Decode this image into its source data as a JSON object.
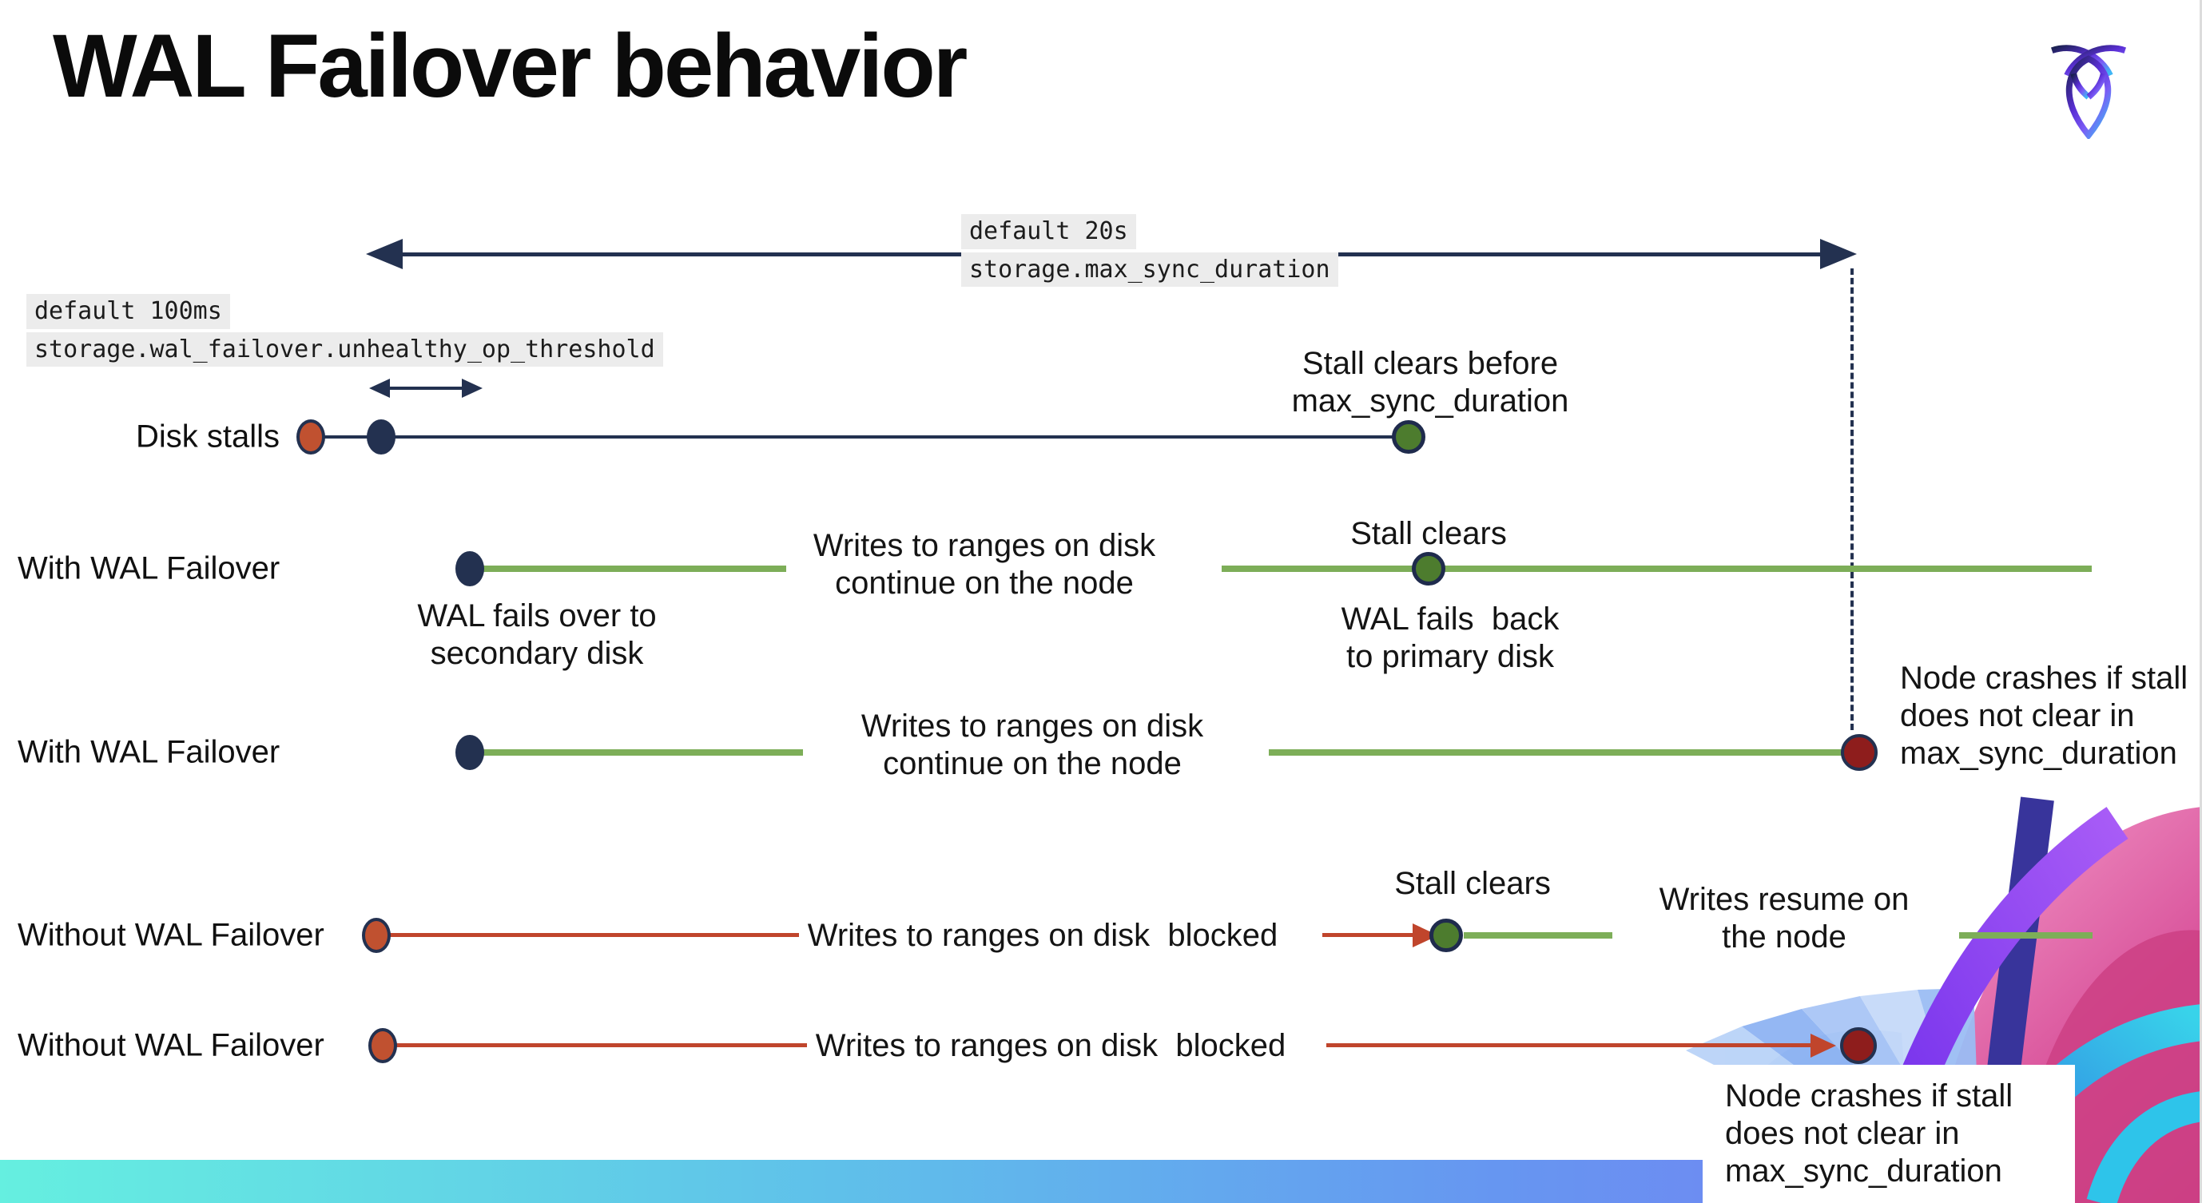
{
  "page": {
    "title": "WAL Failover behavior"
  },
  "branding": {
    "logo": "cockroachdb-logo"
  },
  "settings": {
    "max_sync_duration": {
      "default_label": "default 20s",
      "setting_name": "storage.max_sync_duration"
    },
    "unhealthy_op_threshold": {
      "default_label": "default 100ms",
      "setting_name": "storage.wal_failover.unhealthy_op_threshold"
    }
  },
  "rows": [
    {
      "label": "Disk stalls"
    },
    {
      "label": "With WAL Failover"
    },
    {
      "label": "With WAL Failover"
    },
    {
      "label": "Without WAL Failover"
    },
    {
      "label": "Without WAL Failover"
    }
  ],
  "annotations": {
    "stall_clears_before": "Stall clears before\nmax_sync_duration",
    "wal_fails_over": "WAL fails over to\nsecondary disk",
    "writes_continue": "Writes to ranges on disk\ncontinue on the node",
    "stall_clears": "Stall clears",
    "wal_fails_back": "WAL fails  back\nto primary disk",
    "node_crashes": "Node crashes if stall\ndoes not clear in\nmax_sync_duration",
    "writes_blocked": "Writes to ranges on disk  blocked",
    "writes_resume": "Writes resume on\nthe node"
  },
  "colors": {
    "navy": "#233150",
    "green_line": "#7dae58",
    "green_dot": "#4d7c2e",
    "red_line": "#c0452c",
    "red_dot": "#c05130",
    "crash_dot": "#8e1d1c",
    "mono_bg": "#ececec",
    "bar_gradient_left": "#65efe0",
    "bar_gradient_right": "#7b77f3"
  }
}
